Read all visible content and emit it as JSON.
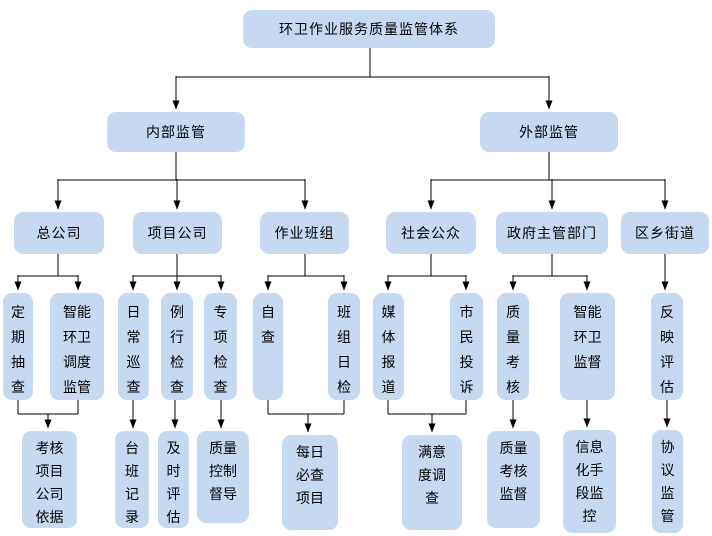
{
  "diagram": {
    "title": "环卫作业服务质量监管体系"
  },
  "nodes": {
    "root": {
      "label": "环卫作业服务质量监管体系"
    },
    "internal": {
      "label": "内部监管"
    },
    "external": {
      "label": "外部监管"
    },
    "head_office": {
      "label": "总公司"
    },
    "project_company": {
      "label": "项目公司"
    },
    "work_team": {
      "label": "作业班组"
    },
    "social_public": {
      "label": "社会公众"
    },
    "government_dept": {
      "label": "政府主管部门"
    },
    "district_street": {
      "label": "区乡街道"
    },
    "periodic_spot_check": {
      "label": "定期抽查"
    },
    "smart_dispatch": {
      "label": "智能环卫调度监管"
    },
    "daily_patrol": {
      "label": "日常巡查"
    },
    "routine_inspection": {
      "label": "例行检查"
    },
    "special_inspection": {
      "label": "专项检查"
    },
    "self_check": {
      "label": "自查"
    },
    "team_daily_check": {
      "label": "班组日检"
    },
    "media_report": {
      "label": "媒体报道"
    },
    "citizen_complaint": {
      "label": "市民投诉"
    },
    "quality_assessment": {
      "label": "质量考核"
    },
    "smart_supervision": {
      "label": "智能环卫监督"
    },
    "feedback_evaluation": {
      "label": "反映评估"
    },
    "assessment_basis": {
      "label": "考核项目公司依据"
    },
    "shift_records": {
      "label": "台班记录"
    },
    "timely_evaluation": {
      "label": "及时评估"
    },
    "quality_control": {
      "label": "质量控制督导"
    },
    "daily_must_check": {
      "label": "每日必查项目"
    },
    "satisfaction_survey": {
      "label": "满意度调查"
    },
    "quality_assessment_supervision": {
      "label": "质量考核监督"
    },
    "it_monitoring": {
      "label": "信息化手段监控"
    },
    "agreement_supervision": {
      "label": "协议监管"
    }
  },
  "colors": {
    "background": "#ffffff",
    "node_fill": "#c6d9f1",
    "line": "#000000"
  }
}
